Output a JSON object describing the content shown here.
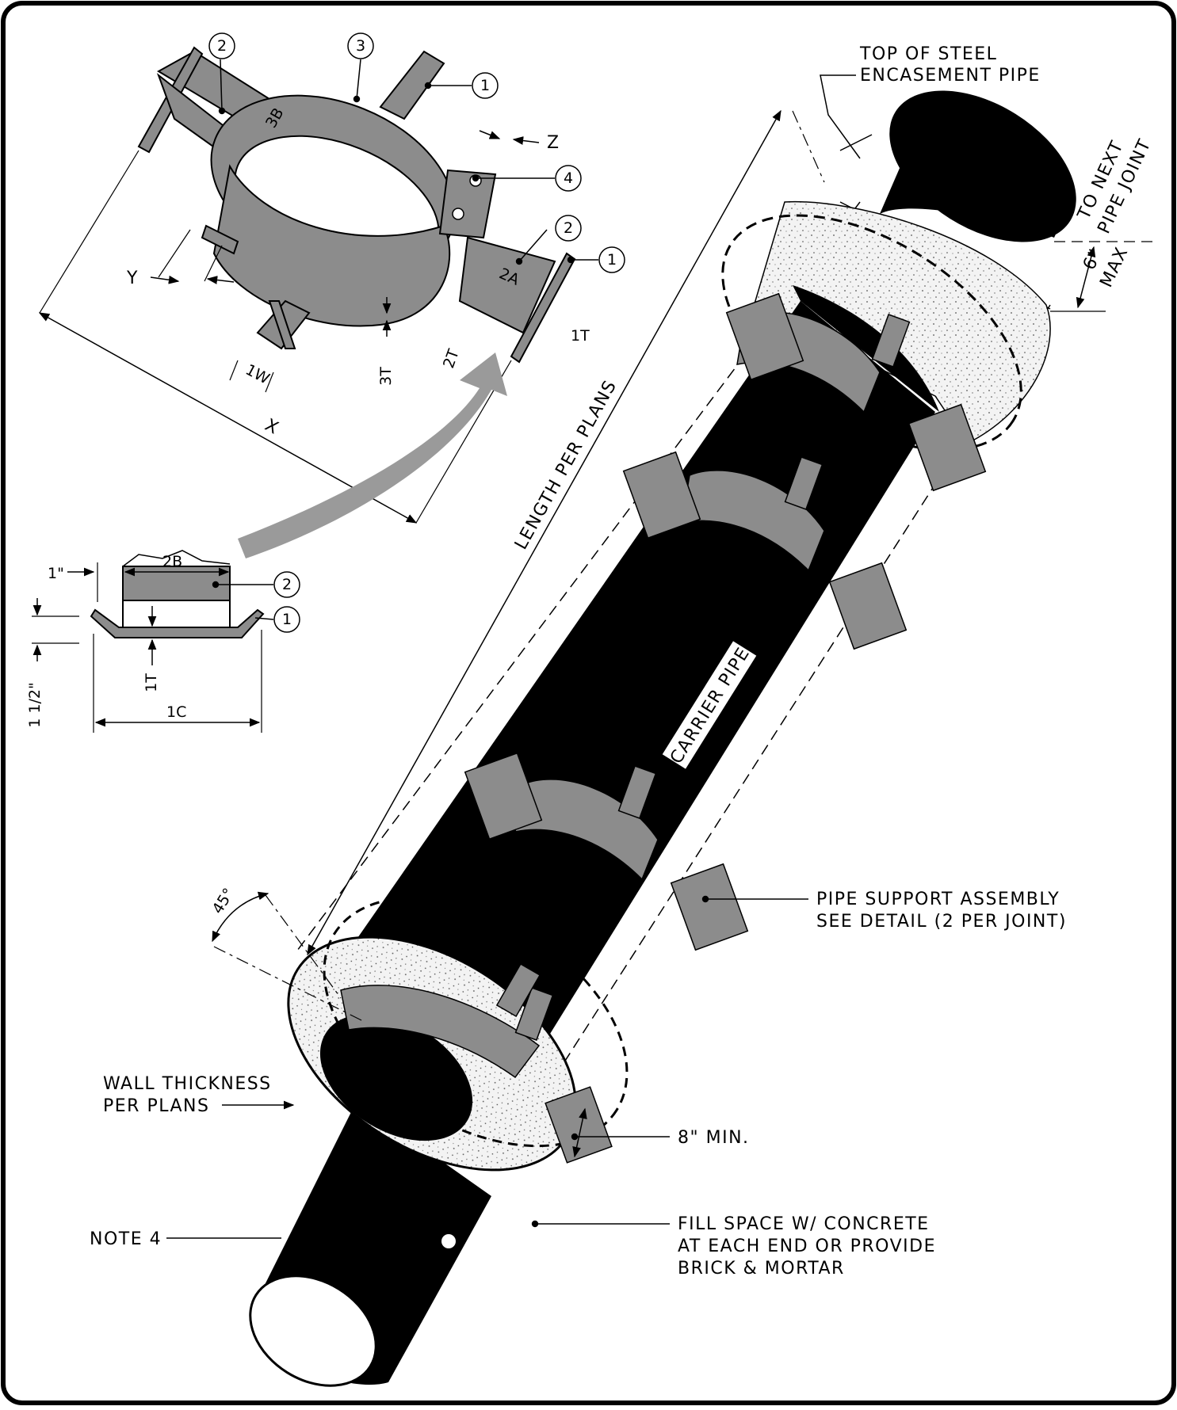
{
  "callouts": {
    "n1": "1",
    "n2": "2",
    "n3": "3",
    "n4": "4"
  },
  "dimensions": {
    "z": "Z",
    "y": "Y",
    "x": "X",
    "dim_3b": "3B",
    "dim_2a": "2A",
    "dim_1t": "1T",
    "dim_2t": "2T",
    "dim_3t": "3T",
    "dim_1w": "1W",
    "dim_2b": "2B",
    "dim_1in": "1\"",
    "dim_1half": "1 1/2\"",
    "dim_1c": "1C",
    "dim_45": "45°"
  },
  "labels": {
    "top_steel": [
      "TOP OF STEEL",
      "ENCASEMENT PIPE"
    ],
    "to_next": [
      "TO NEXT",
      "PIPE JOINT"
    ],
    "six_max": [
      "6\"",
      "MAX"
    ],
    "length_plans": "LENGTH PER PLANS",
    "carrier_pipe": "CARRIER PIPE",
    "pipe_support": [
      "PIPE SUPPORT ASSEMBLY",
      "SEE DETAIL (2 PER JOINT)"
    ],
    "wall_thickness": [
      "WALL THICKNESS",
      "PER PLANS"
    ],
    "eight_min": "8\" MIN.",
    "note4": "NOTE 4",
    "fill_space": [
      "FILL SPACE W/ CONCRETE",
      "AT EACH END OR PROVIDE",
      "BRICK & MORTAR"
    ]
  },
  "colors": {
    "steel": "#8c8c8c",
    "pipe": "#000000",
    "concrete": "#efefef"
  }
}
